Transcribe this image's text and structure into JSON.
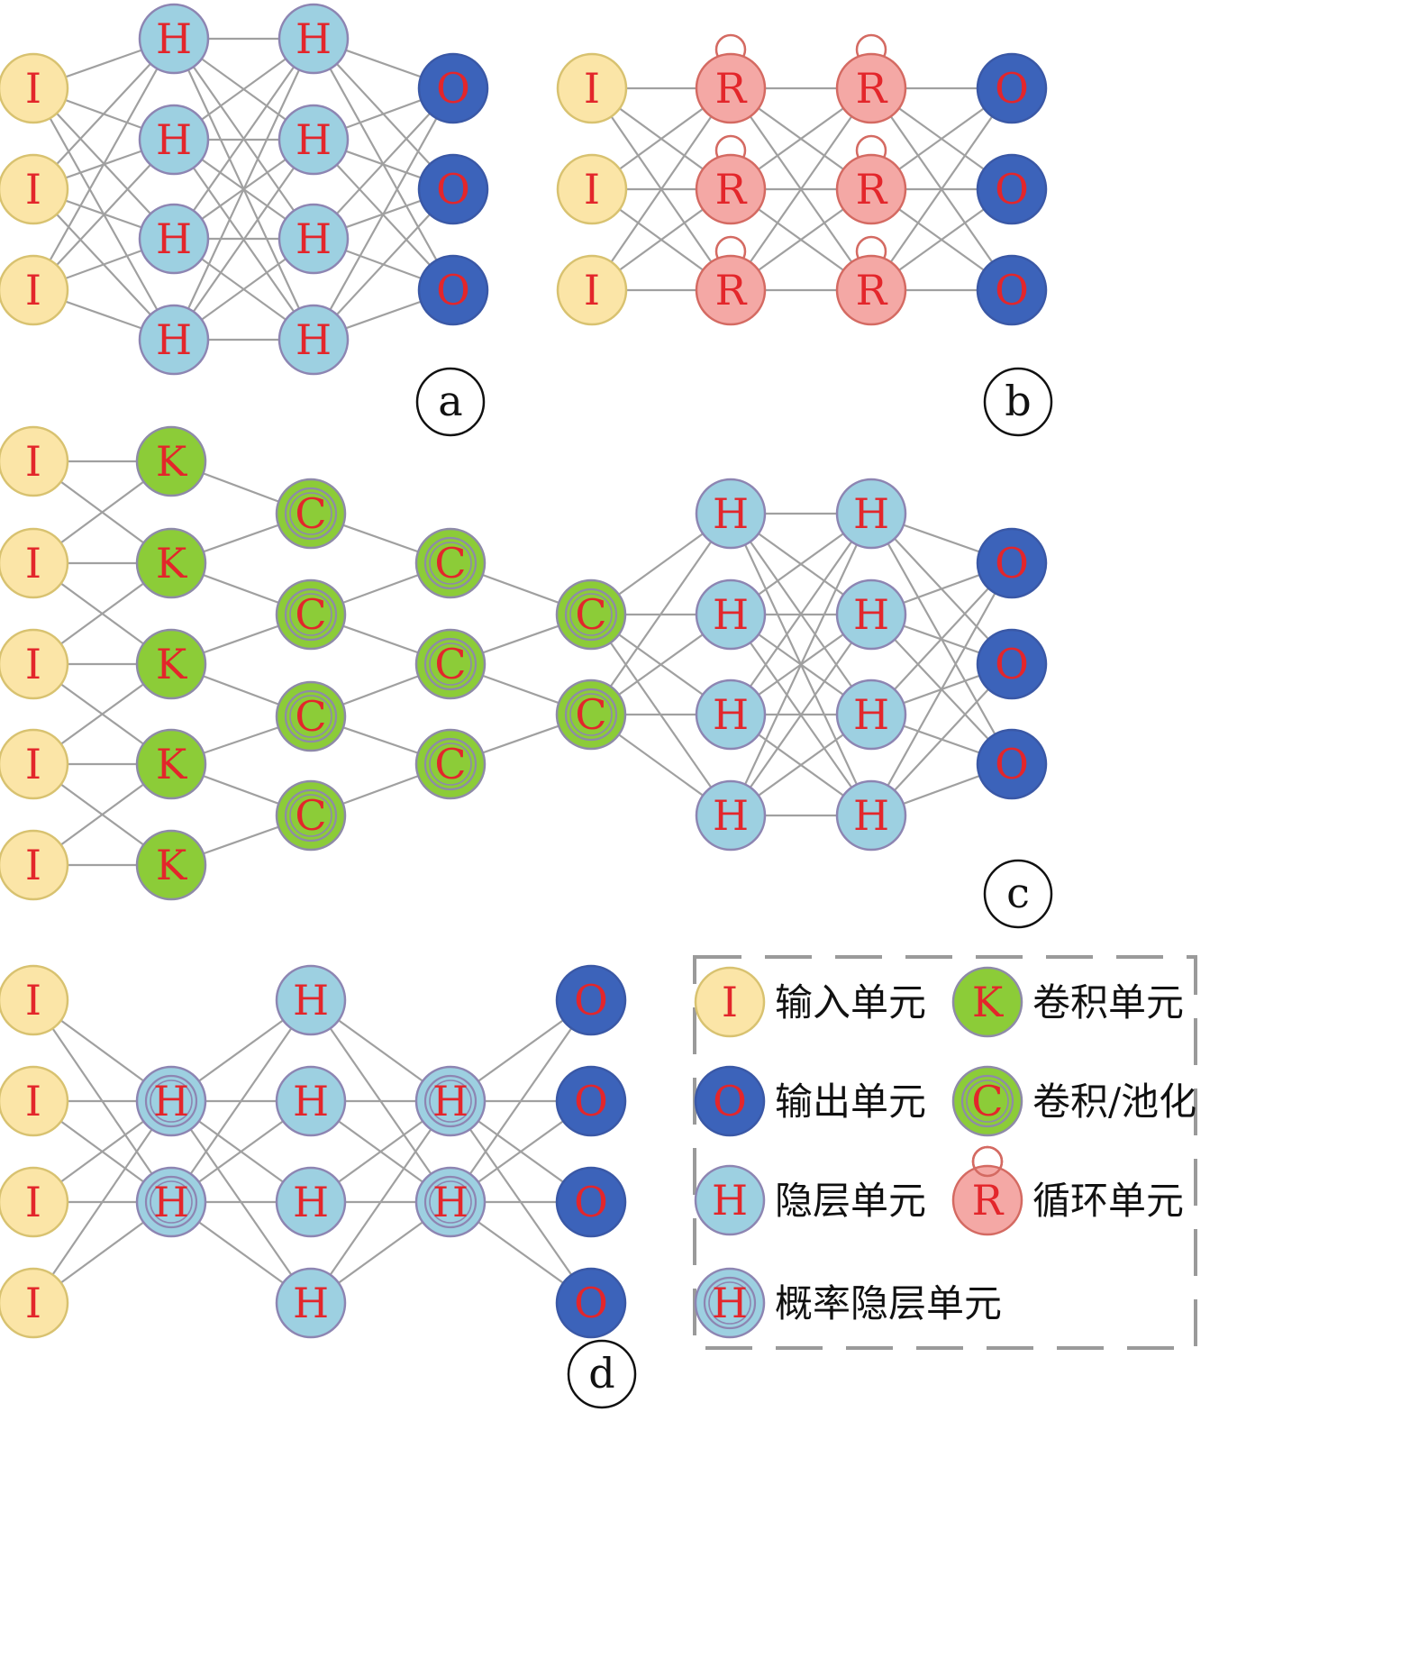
{
  "node_letters": {
    "input": "I",
    "hidden": "H",
    "output": "O",
    "recurrent": "R",
    "kernel": "K",
    "conv": "C"
  },
  "colors": {
    "input_fill": "#fbe5a7",
    "input_stroke": "#d8c270",
    "hidden_fill": "#9dd0e1",
    "hidden_stroke": "#8d85b2",
    "output_fill": "#3c63ba",
    "output_stroke": "#3a58a6",
    "recurrent_fill": "#f4a8a5",
    "recurrent_stroke": "#d46a62",
    "kernel_fill": "#8ccc38",
    "kernel_stroke": "#8e8aa8",
    "conv_fill": "#8ccc38",
    "letter": "#e3262b",
    "edge": "#a0a0a0",
    "legend_border": "#9a9a9a"
  },
  "panels": {
    "a": "a",
    "b": "b",
    "c": "c",
    "d": "d"
  },
  "legend": {
    "input_unit": "输入单元",
    "output_unit": "输出单元",
    "hidden_unit": "隐层单元",
    "prob_hidden_unit": "概率隐层单元",
    "kernel_unit": "卷积单元",
    "conv_pool_unit": "卷积/池化",
    "recurrent_unit": "循环单元"
  }
}
